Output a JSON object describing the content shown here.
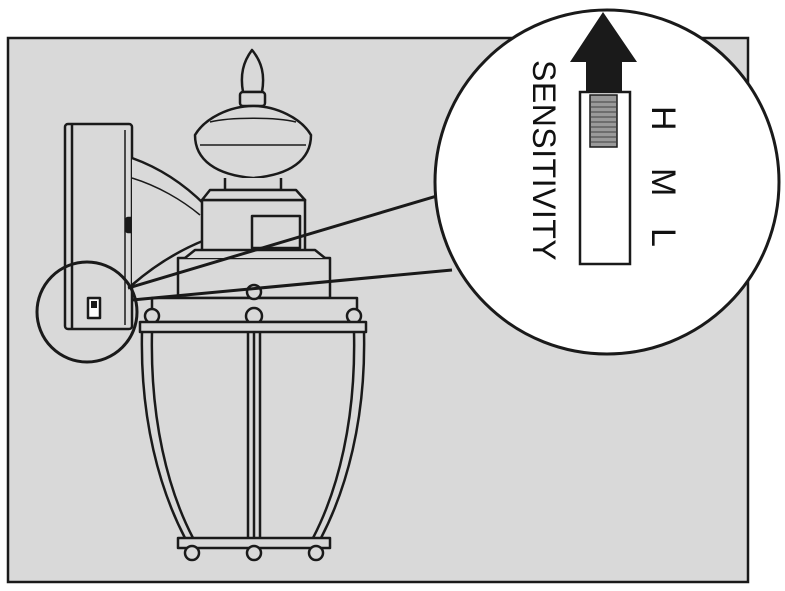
{
  "colors": {
    "background_panel": "#d9d9d9",
    "line": "#1a1a1a",
    "callout_fill": "#ffffff",
    "switch_knob": "#9a9a9a"
  },
  "sensitivity_switch": {
    "title": "SENSITIVITY",
    "levels": [
      "H",
      "M",
      "L"
    ],
    "current_level": "H",
    "arrow_direction": "up"
  },
  "icons": [
    "up-arrow-icon"
  ]
}
